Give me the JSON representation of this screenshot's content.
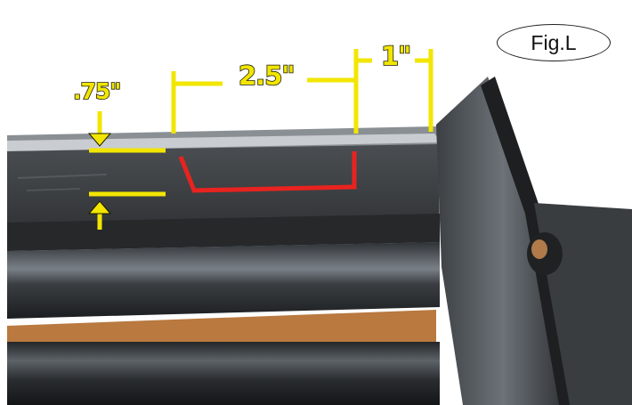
{
  "figure": {
    "label": "Fig.L"
  },
  "dimensions": {
    "depth_label": ".75\"",
    "width_label": "2.5\"",
    "offset_label": "1\""
  },
  "colors": {
    "measure": "#f2e600",
    "cut_line": "#e8231f",
    "drum_dark": "#2b2e31",
    "copper_strip": "#b9793f"
  }
}
